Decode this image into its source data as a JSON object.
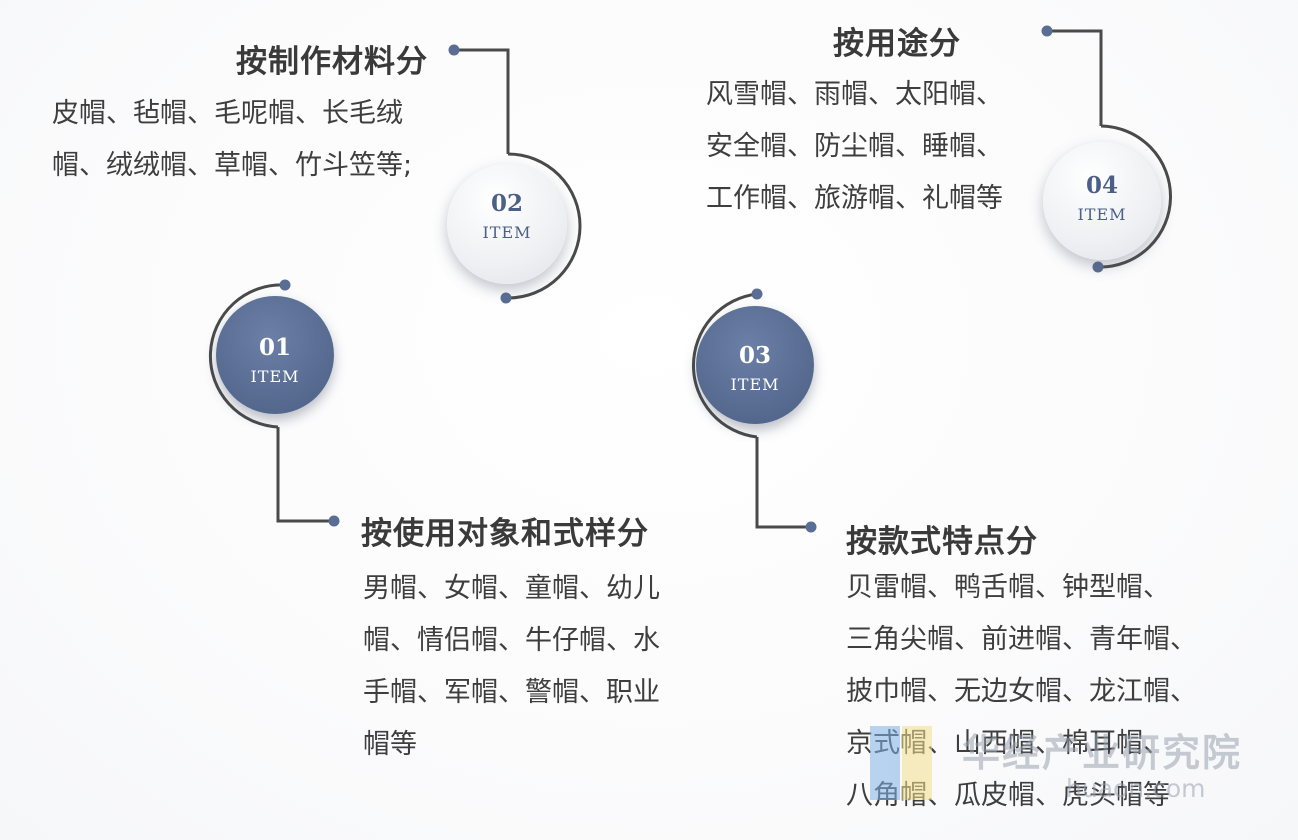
{
  "categories": [
    {
      "id": "01",
      "number": "01",
      "item_label": "ITEM",
      "title": "按使用对象和式样分",
      "lines": [
        "男帽、女帽、童帽、幼儿",
        "帽、情侣帽、牛仔帽、水",
        "手帽、军帽、警帽、职业",
        "帽等"
      ]
    },
    {
      "id": "02",
      "number": "02",
      "item_label": "ITEM",
      "title": "按制作材料分",
      "lines": [
        "皮帽、毡帽、毛呢帽、长毛绒",
        "帽、绒绒帽、草帽、竹斗笠等;"
      ]
    },
    {
      "id": "03",
      "number": "03",
      "item_label": "ITEM",
      "title": "按款式特点分",
      "lines": [
        "贝雷帽、鸭舌帽、钟型帽、",
        "三角尖帽、前进帽、青年帽、",
        "披巾帽、无边女帽、龙江帽、",
        "京式帽、山西帽、棉耳帽、",
        "八角帽、瓜皮帽、虎头帽等"
      ]
    },
    {
      "id": "04",
      "number": "04",
      "item_label": "ITEM",
      "title": "按用途分",
      "lines": [
        "风雪帽、雨帽、太阳帽、",
        "安全帽、防尘帽、睡帽、",
        "工作帽、旅游帽、礼帽等"
      ]
    }
  ],
  "watermark": {
    "name": "华经产业研究院",
    "url": "huaon.com"
  },
  "colors": {
    "accent_dark": "#55698f",
    "accent_number_light": "#4c5f86",
    "line": "#444444",
    "dot": "#5a6d93"
  }
}
